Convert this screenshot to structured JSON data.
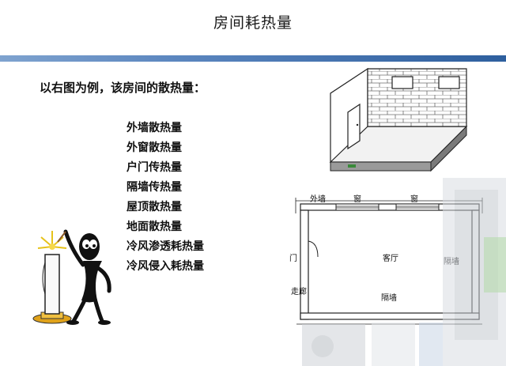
{
  "title": "房间耗热量",
  "intro": "以右图为例，该房间的散热量：",
  "items": [
    "外墙散热量",
    "外窗散热量",
    "户门传热量",
    "隔墙传热量",
    "屋顶散热量",
    "地面散热量",
    "冷风渗透耗热量",
    "冷风侵入耗热量"
  ],
  "plan": {
    "outer_wall": "外墙",
    "window_1": "窗",
    "window_2": "窗",
    "door": "门",
    "living_room": "客厅",
    "partition_right": "隔墙",
    "corridor": "走廊",
    "partition_bottom": "隔墙"
  },
  "colors": {
    "title_bar": "#2e5f9e",
    "brick_line": "#555555"
  }
}
